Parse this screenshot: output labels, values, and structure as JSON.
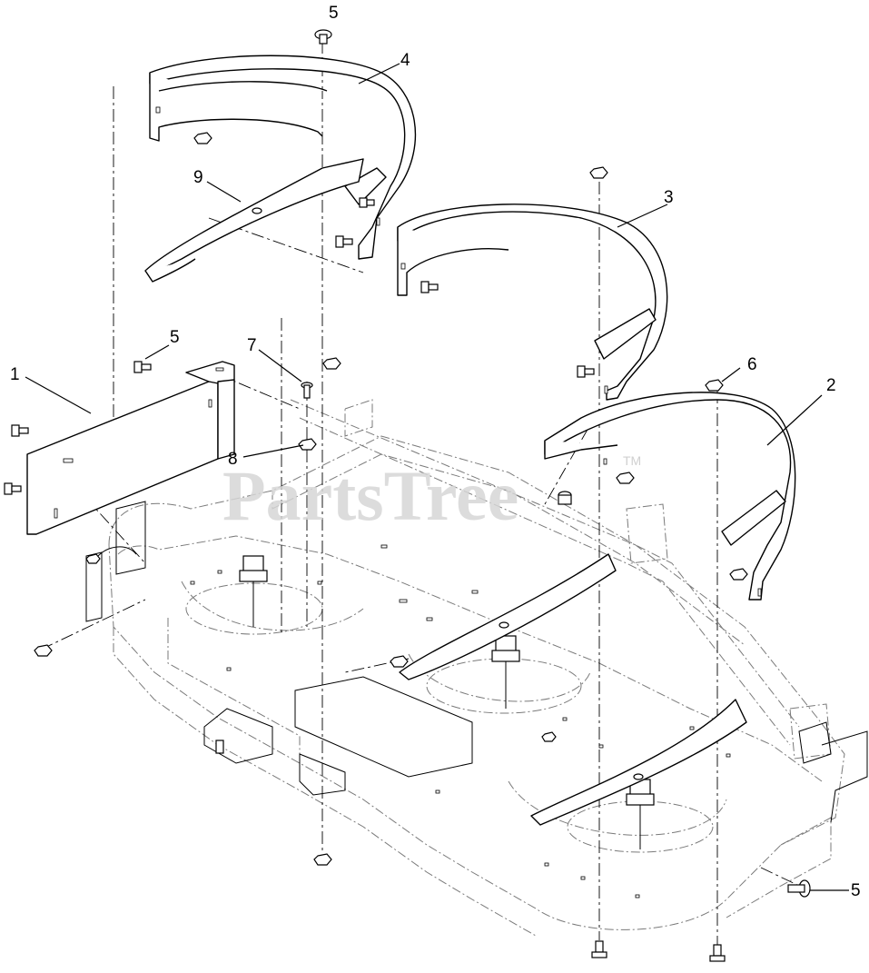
{
  "watermark": {
    "text": "PartsTree",
    "trademark": "TM"
  },
  "callouts": {
    "c1": "1",
    "c2": "2",
    "c3": "3",
    "c4": "4",
    "c5_top": "5",
    "c5_left": "5",
    "c5_bottom": "5",
    "c6": "6",
    "c7": "7",
    "c8": "8",
    "c9": "9"
  }
}
